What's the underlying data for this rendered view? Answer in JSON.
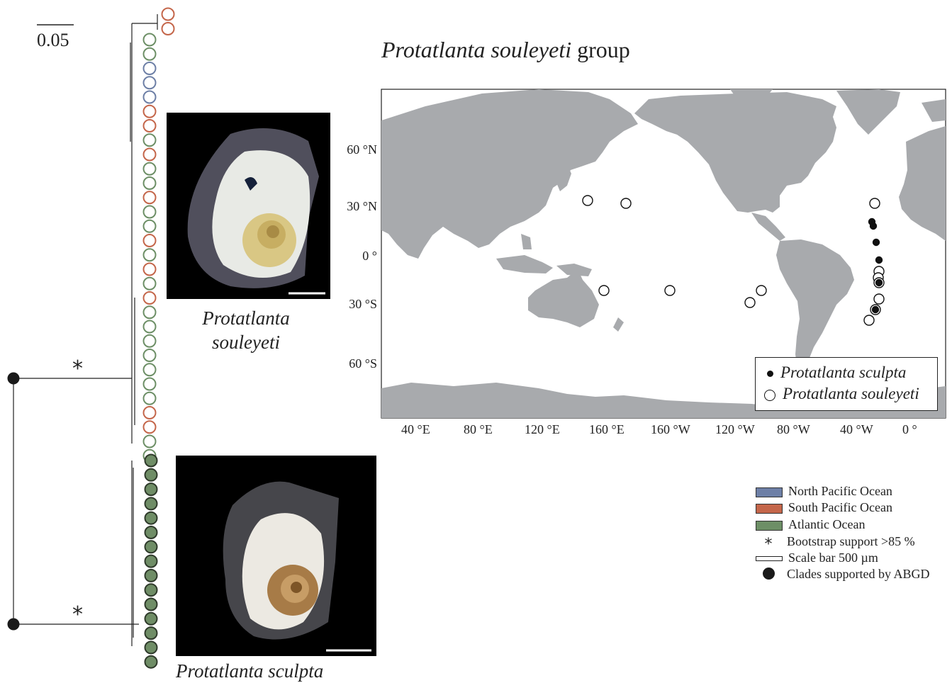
{
  "scale_bar_label": "0.05",
  "title_italic": "Protatlanta souleyeti",
  "title_suffix": " group",
  "captions": {
    "souleyeti_line1": "Protatlanta",
    "souleyeti_line2": "souleyeti",
    "sculpta": "Protatlanta sculpta"
  },
  "map": {
    "lon_ticks": [
      "40 °E",
      "80 °E",
      "120 °E",
      "160 °E",
      "160 °W",
      "120 °W",
      "80 °W",
      "40 °W",
      "0 °"
    ],
    "lat_ticks": [
      "60 °N",
      "30 °N",
      "0 °",
      "30 °S",
      "60 °S"
    ],
    "legend": [
      {
        "label": "Protatlanta sculpta",
        "marker": "filled"
      },
      {
        "label": "Protatlanta souleyeti",
        "marker": "open"
      }
    ],
    "colors": {
      "land": "#a8aaad",
      "ocean": "#ffffff"
    }
  },
  "tree": {
    "top_outgroup_tips": [
      "south",
      "south"
    ],
    "souleyeti_tips": [
      "atlantic",
      "atlantic",
      "north",
      "north",
      "north",
      "south",
      "south",
      "atlantic",
      "south",
      "atlantic",
      "atlantic",
      "south",
      "atlantic",
      "atlantic",
      "south",
      "atlantic",
      "south",
      "atlantic",
      "south",
      "atlantic",
      "atlantic",
      "atlantic",
      "atlantic",
      "atlantic",
      "atlantic",
      "atlantic",
      "south",
      "south",
      "atlantic",
      "atlantic"
    ],
    "sculpta_tip_count": 15,
    "support_symbol": "*"
  },
  "colors": {
    "north": "#6d7fa6",
    "south": "#c4664a",
    "atlantic": "#6d8f66",
    "atlantic_fill": "#6f8d66"
  },
  "key": [
    {
      "type": "swatch",
      "color": "#6d7fa6",
      "label": "North Pacific Ocean"
    },
    {
      "type": "swatch",
      "color": "#c4664a",
      "label": "South Pacific Ocean"
    },
    {
      "type": "swatch",
      "color": "#6d8f66",
      "label": "Atlantic Ocean"
    },
    {
      "type": "star",
      "symbol": "*",
      "label": "Bootstrap support >85 %"
    },
    {
      "type": "bar",
      "label": "Scale bar 500 µm"
    },
    {
      "type": "dot",
      "label": "Clades supported by ABGD"
    }
  ]
}
